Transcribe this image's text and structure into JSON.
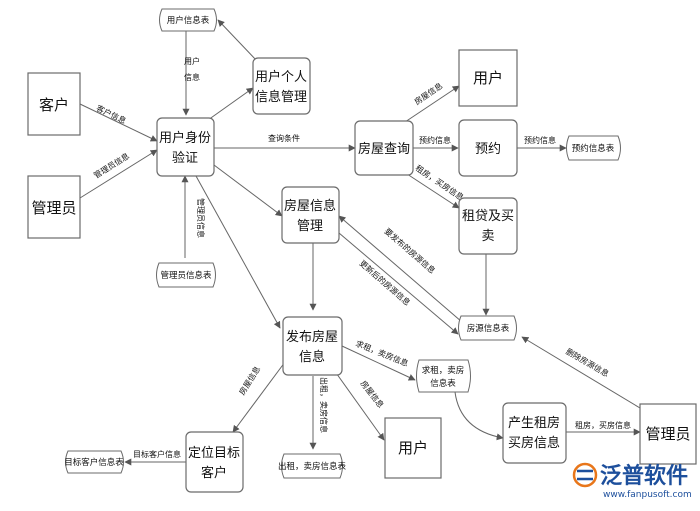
{
  "externals": {
    "customer": "客户",
    "admin": "管理员",
    "user_top": "用户",
    "user_bottom": "用户",
    "admin_right": "管理员"
  },
  "processes": {
    "identity_verify": [
      "用户身份",
      "验证"
    ],
    "personal_info": [
      "用户个人",
      "信息管理"
    ],
    "house_query": "房屋查询",
    "reserve": "预约",
    "rent_buy": [
      "租贷及买",
      "卖"
    ],
    "house_info_mgmt": [
      "房屋信息",
      "管理"
    ],
    "publish_house": [
      "发布房屋",
      "信息"
    ],
    "locate_target": [
      "定位目标",
      "客户"
    ],
    "produce_rent": [
      "产生租房",
      "买房信息"
    ]
  },
  "stores": {
    "user_info_table": "用户信息表",
    "admin_info_table": "管理员信息表",
    "reserve_info_table": "预约信息表",
    "house_source_table": "房源信息表",
    "rent_sell_table": [
      "求租，卖房",
      "信息表"
    ],
    "target_customer_table": "目标客户信息表",
    "lease_sell_table": "出租，卖房信息表"
  },
  "labels": {
    "customer_info": "客户信息",
    "admin_info": "管理员信息",
    "user_info_vertical": [
      "用户",
      "信息"
    ],
    "admin_info_vertical": "管理员信息",
    "query_condition": "查询条件",
    "house_info_1": "房屋信息",
    "reserve_info_1": "预约信息",
    "reserve_info_2": "预约信息",
    "rent_buy_info": "租房，买房信息",
    "to_publish": "要发布的房源信息",
    "updated": "更新后的房源信息",
    "delete_house": "删除房源信息",
    "rent_sell_info": "求租，卖房信息",
    "house_info_2": "房屋信息",
    "house_info_3": "房屋信息",
    "lease_sell_info": "出租，卖房信息",
    "target_customer_info": "目标客户信息",
    "rent_buy_info_2": "租房，买房信息"
  },
  "watermark": {
    "brand": "泛普软件",
    "url": "www.fanpusoft.com"
  },
  "colors": {
    "line": "#666666",
    "box_border": "#6b6b6b",
    "brand": "#1d4f9c",
    "brand_accent": "#e8761a"
  }
}
